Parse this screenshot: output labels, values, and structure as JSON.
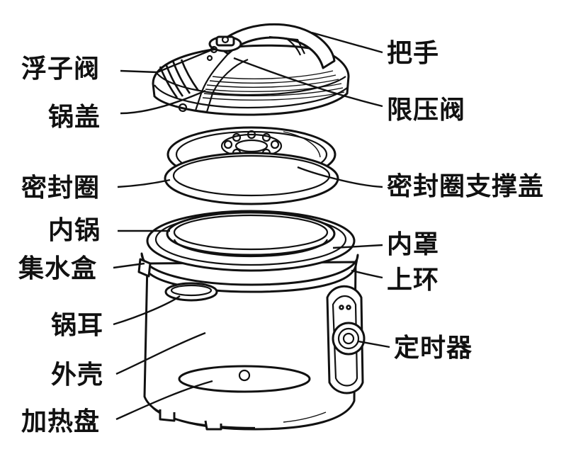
{
  "labels": {
    "float_valve": "浮子阀",
    "handle": "把手",
    "lid": "锅盖",
    "pressure_valve": "限压阀",
    "gasket": "密封圈",
    "gasket_support": "密封圈支撑盖",
    "inner_pot": "内锅",
    "inner_cover": "内罩",
    "water_box": "集水盒",
    "upper_ring": "上环",
    "pot_ear": "锅耳",
    "timer": "定时器",
    "shell": "外壳",
    "heating_plate": "加热盘"
  }
}
